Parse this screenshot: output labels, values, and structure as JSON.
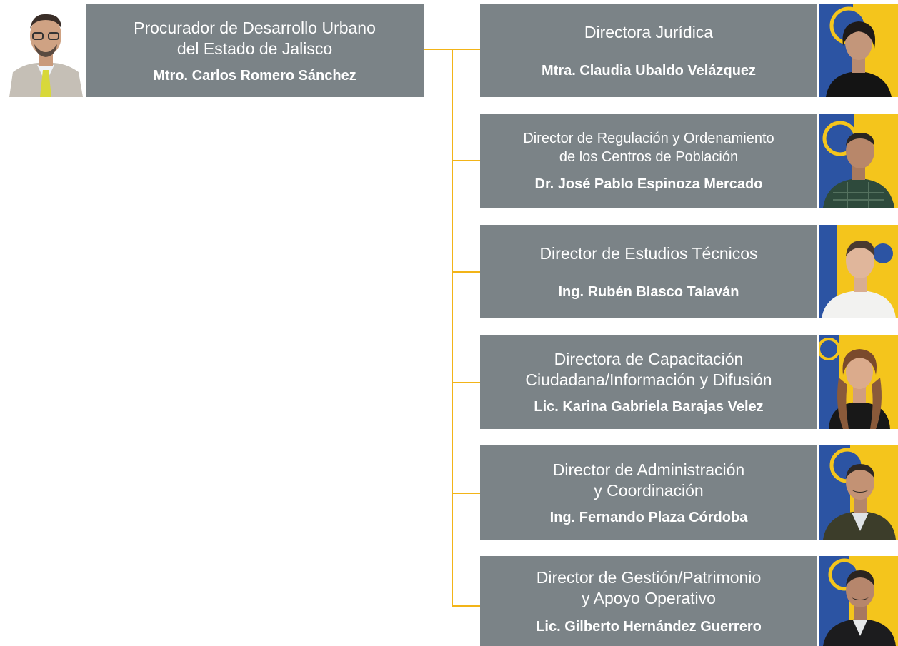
{
  "head": {
    "role": "Procurador de Desarrollo Urbano\ndel Estado de Jalisco",
    "name": "Mtro. Carlos Romero Sánchez"
  },
  "directors": [
    {
      "role": "Directora Jurídica",
      "name": "Mtra. Claudia Ubaldo Velázquez"
    },
    {
      "role": "Director de Regulación y Ordenamiento\nde los Centros de Población",
      "name": "Dr. José Pablo Espinoza Mercado"
    },
    {
      "role": "Director de Estudios Técnicos",
      "name": "Ing. Rubén Blasco Talaván"
    },
    {
      "role": "Directora de Capacitación\nCiudadana/Información y Difusión",
      "name": "Lic. Karina Gabriela Barajas Velez"
    },
    {
      "role": "Director de Administración\ny Coordinación",
      "name": "Ing. Fernando Plaza Córdoba"
    },
    {
      "role": "Director de Gestión/Patrimonio\ny Apoyo Operativo",
      "name": "Lic. Gilberto Hernández Guerrero"
    }
  ],
  "colors": {
    "box": "#7b8387",
    "connector": "#f2b418",
    "flag_blue": "#2c54a3",
    "flag_yellow": "#f4c51c"
  }
}
